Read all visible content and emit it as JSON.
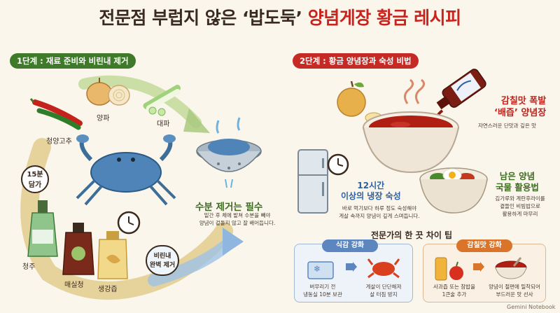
{
  "title": {
    "part1": "전문점 부럽지 않은 ‘밥도둑’ ",
    "part2": "양념게장 황금 레시피"
  },
  "step1": {
    "pill": "1단계 : 재료 준비와 비린내 제거",
    "onion": "양파",
    "green_onion": "대파",
    "pepper": "청양고추",
    "crab": "꽃게",
    "timer_line1": "15분",
    "timer_line2": "담가",
    "soju": "청주",
    "plum": "매실청",
    "ginger": "생강즙",
    "fishy_line1": "비린내",
    "fishy_line2": "완벽 제거",
    "drain_title": "수분 제거는 필수",
    "drain_desc_1": "밑간 후 체에 밭쳐 수분을 빼야",
    "drain_desc_2": "양념이 겉돌지 않고 잘 배어듭니다."
  },
  "step2": {
    "pill": "2단계 : 황금 양념장과 숙성 비법",
    "sauce_title_1": "감칠맛 폭발",
    "sauce_title_2": "‘배즙’ 양념장",
    "sauce_desc": "자연스러운 단맛과 깊은 맛",
    "fridge_title_1": "12시간",
    "fridge_title_2": "이상의 냉장 숙성",
    "fridge_desc_1": "바로 먹기보다 하루 정도 숙성해야",
    "fridge_desc_2": "게살 속까지 양념이 깊게 스며듭니다.",
    "left_title_1": "남은 양념",
    "left_title_2": "국물 활용법",
    "left_desc_1": "김가루와 계란후라이를",
    "left_desc_2": "곁들인 비빔밥으로",
    "left_desc_3": "활용하게 마무리"
  },
  "tips": {
    "heading": "전문가의 한 끗 차이 팁",
    "left_head": "식감 강화",
    "left_a_1": "버무리기 전",
    "left_a_2": "냉동실 10분 보관",
    "left_b_1": "게살이 단단해져",
    "left_b_2": "살 터짐 방지",
    "right_head": "감칠맛 강화",
    "right_a_1": "사과즙 또는 참밥을",
    "right_a_2": "1큰술 추가",
    "right_b_1": "양념이 절편에 밀착되어",
    "right_b_2": "부드러운 맛 선사"
  },
  "footer": "Gemini Notebook",
  "colors": {
    "bg": "#fbf6ec",
    "green": "#3f7a2a",
    "red": "#c62a24",
    "blue": "#2c5fa0"
  }
}
